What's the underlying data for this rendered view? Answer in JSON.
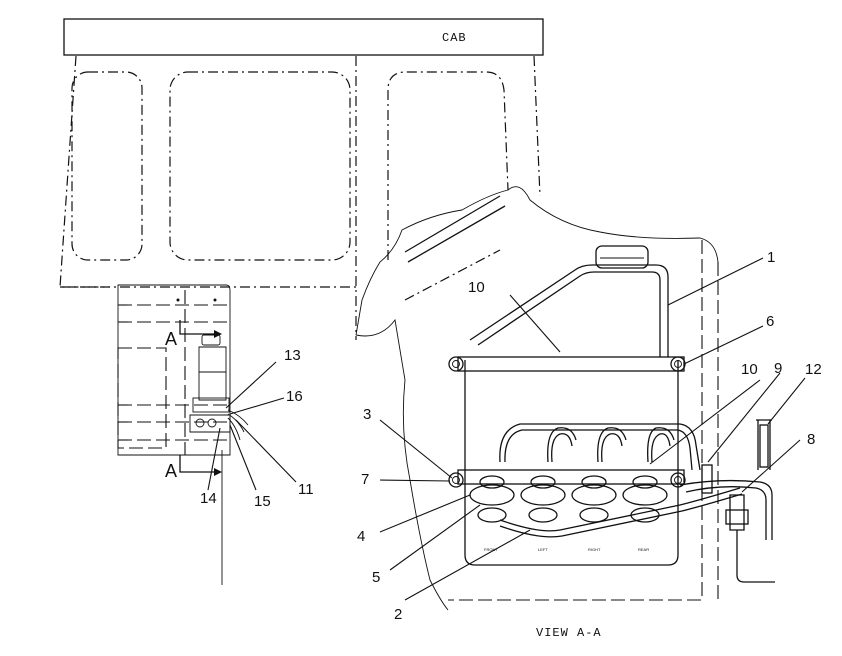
{
  "labels": {
    "cab": "CAB",
    "view": "VIEW A-A",
    "section_a": "A"
  },
  "callouts": [
    "1",
    "2",
    "3",
    "4",
    "5",
    "6",
    "7",
    "8",
    "9",
    "10",
    "10",
    "11",
    "12",
    "13",
    "14",
    "15",
    "16"
  ],
  "bottle_labels": [
    "FRONT",
    "LEFT",
    "RIGHT",
    "REAR"
  ]
}
